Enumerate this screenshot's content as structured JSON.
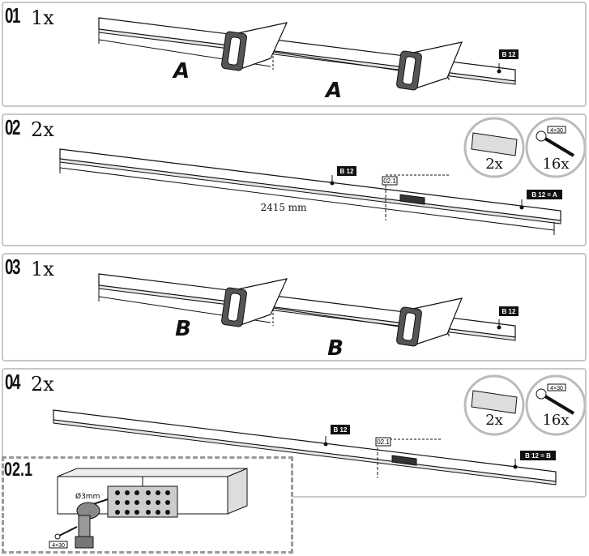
{
  "steps": [
    {
      "number": "01",
      "qty": "1x",
      "tag": "B 12",
      "letter": "A"
    },
    {
      "number": "02",
      "qty": "2x",
      "tag_a": "B 12",
      "tag_b": "B 12 = A",
      "dimension": "2415 mm",
      "detail_ref": "02.1",
      "plate_qty": "2x",
      "screw_qty": "16x",
      "screw_code": "4×30"
    },
    {
      "number": "03",
      "qty": "1x",
      "tag": "B 12",
      "letter": "B"
    },
    {
      "number": "04",
      "qty": "2x",
      "tag_a": "B 12",
      "tag_b": "B 12 = B",
      "detail_ref": "02.1",
      "plate_qty": "2x",
      "screw_qty": "16x",
      "screw_code": "4×30"
    }
  ],
  "inset": {
    "number": "02.1",
    "drill_label": "Ø3mm",
    "screw_code": "4×30"
  }
}
